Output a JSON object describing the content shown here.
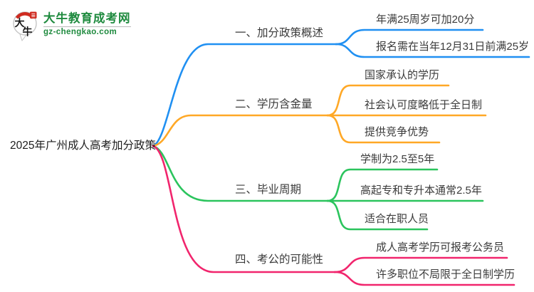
{
  "logo": {
    "title": "大牛教育成考网",
    "domain": "gz-chengkao.com",
    "badge_text_top": "大",
    "badge_text_bottom": "牛",
    "green": "#1e8a3e",
    "red": "#cf2b20"
  },
  "root": {
    "label": "2025年广州成人高考加分政策"
  },
  "branches": [
    {
      "label": "一、加分政策概述",
      "color": "#2090f2",
      "children": [
        "年满25周岁可加20分",
        "报名需在当年12月31日前满25岁"
      ]
    },
    {
      "label": "二、学历含金量",
      "color": "#ffa826",
      "children": [
        "国家承认的学历",
        "社会认可度略低于全日制",
        "提供竞争优势"
      ]
    },
    {
      "label": "三、毕业周期",
      "color": "#2bc45d",
      "children": [
        "学制为2.5至5年",
        "高起专和专升本通常2.5年",
        "适合在职人员"
      ]
    },
    {
      "label": "四、考公的可能性",
      "color": "#f1256d",
      "children": [
        "成人高考学历可报考公务员",
        "许多职位不局限于全日制学历"
      ]
    }
  ]
}
